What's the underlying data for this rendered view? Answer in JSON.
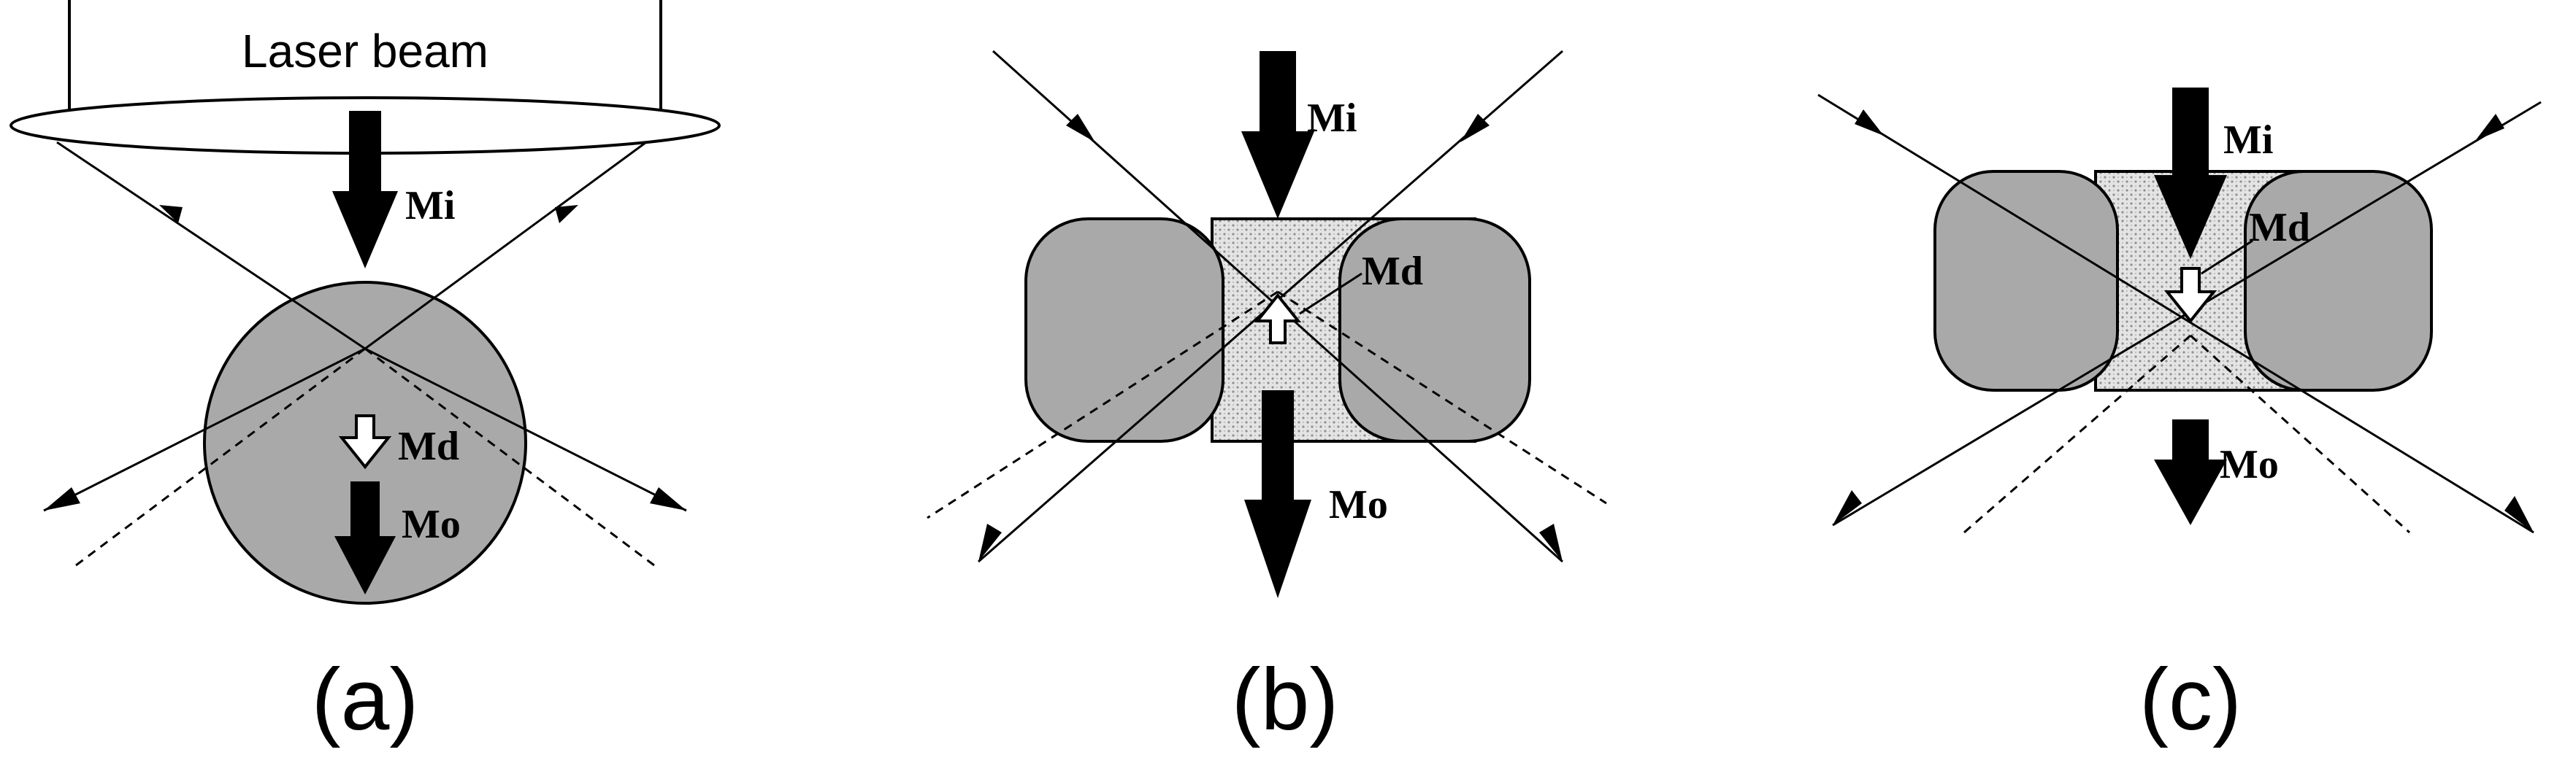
{
  "panels": [
    {
      "caption": "(a)",
      "labels": {
        "top": "Laser beam",
        "mi": "Mi",
        "md": "Md",
        "mo": "Mo"
      }
    },
    {
      "caption": "(b)",
      "labels": {
        "mi": "Mi",
        "md": "Md",
        "mo": "Mo"
      }
    },
    {
      "caption": "(c)",
      "labels": {
        "mi": "Mi",
        "md": "Md",
        "mo": "Mo"
      }
    }
  ],
  "colors": {
    "particle_fill": "#a9a9a9",
    "dotted_fill": "#dcdcdc",
    "stroke": "#000000",
    "background": "#ffffff"
  }
}
